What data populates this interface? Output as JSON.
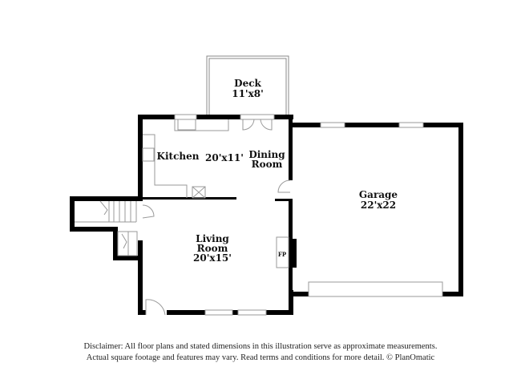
{
  "rooms": {
    "deck": {
      "name": "Deck",
      "size": "11'x8'"
    },
    "kitchen": {
      "name": "Kitchen",
      "size": "20'x11'"
    },
    "dining": {
      "name_line1": "Dining",
      "name_line2": "Room"
    },
    "garage": {
      "name": "Garage",
      "size": "22'x22"
    },
    "living": {
      "name_line1": "Living",
      "name_line2": "Room",
      "size": "20'x15'"
    },
    "fireplace": {
      "label": "FP"
    }
  },
  "disclaimer": {
    "line1": "Disclaimer: All floor plans and stated dimensions in this illustration serve as approximate measurements.",
    "line2": "Actual square footage and features may vary. Read terms and conditions for more detail. © PlanOmatic"
  },
  "colors": {
    "wall": "#000000",
    "fixture": "#999999"
  }
}
